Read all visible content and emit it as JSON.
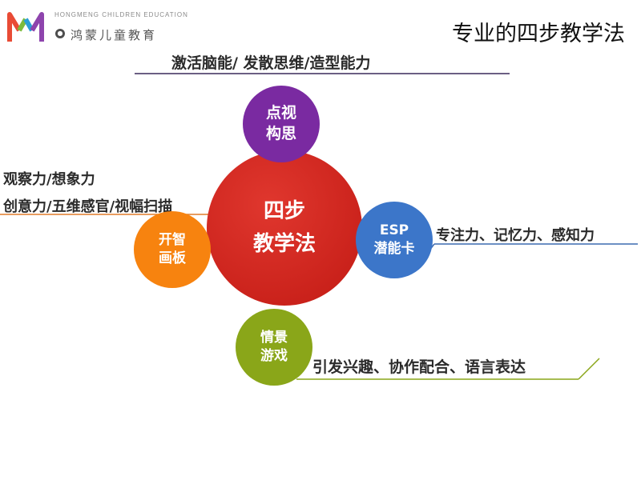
{
  "header": {
    "logo_en": "HONGMENG CHILDREN EDUCATION",
    "logo_cn": "鸿蒙儿童教育",
    "title": "专业的四步教学法"
  },
  "colors": {
    "center": "#cc1f1a",
    "top": "#7a2aa1",
    "left": "#f7830f",
    "right": "#3c76c9",
    "bottom": "#8aa619"
  },
  "center": {
    "line1": "四步",
    "line2": "教学法"
  },
  "nodes": {
    "top": {
      "line1": "点视",
      "line2": "构思",
      "desc": "激活脑能/ 发散思维/造型能力"
    },
    "left": {
      "line1": "开智",
      "line2": "画板",
      "desc_line1": "观察力/想象力",
      "desc_line2": "创意力/五维感官/视幅扫描"
    },
    "right": {
      "line1": "ESP",
      "line2": "潜能卡",
      "desc": "专注力、记忆力、感知力"
    },
    "bottom": {
      "line1": "情景",
      "line2": "游戏",
      "desc": "引发兴趣、协作配合、语言表达"
    }
  }
}
